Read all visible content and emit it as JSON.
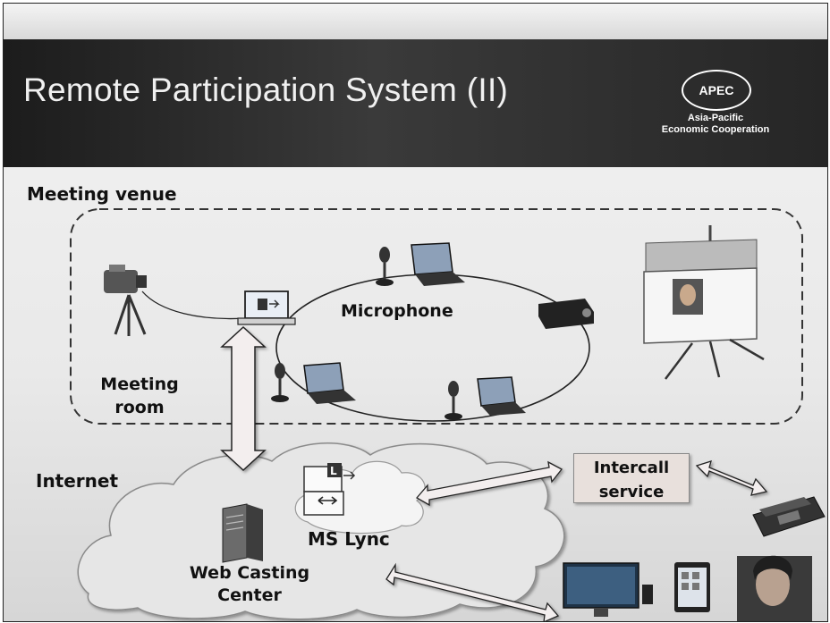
{
  "slide": {
    "title": "Remote Participation System (II)",
    "logo": {
      "mark": "APEC",
      "name_line1": "Asia-Pacific",
      "name_line2": "Economic Cooperation"
    }
  },
  "labels": {
    "meeting_venue": "Meeting venue",
    "microphone": "Microphone",
    "meeting_room_line1": "Meeting",
    "meeting_room_line2": "room",
    "internet": "Internet",
    "ms_lync": "MS Lync",
    "web_casting_line1": "Web Casting",
    "web_casting_line2": "Center",
    "intercall_line1": "Intercall",
    "intercall_line2": "service"
  },
  "icons": [
    "video-camera-icon",
    "laptop-icon",
    "microphone-icon",
    "projector-icon",
    "projection-screen-icon",
    "server-icon",
    "lync-logo-icon",
    "desk-phone-icon",
    "desktop-computer-icon",
    "tablet-icon",
    "person-photo-icon"
  ],
  "colors": {
    "banner": "#2b2b2b",
    "title_text": "#f0f0f0",
    "arrow_fill": "#f3eeee",
    "cloud_fill": "#e6e6e6",
    "intercall_box": "#e8e0dc"
  }
}
